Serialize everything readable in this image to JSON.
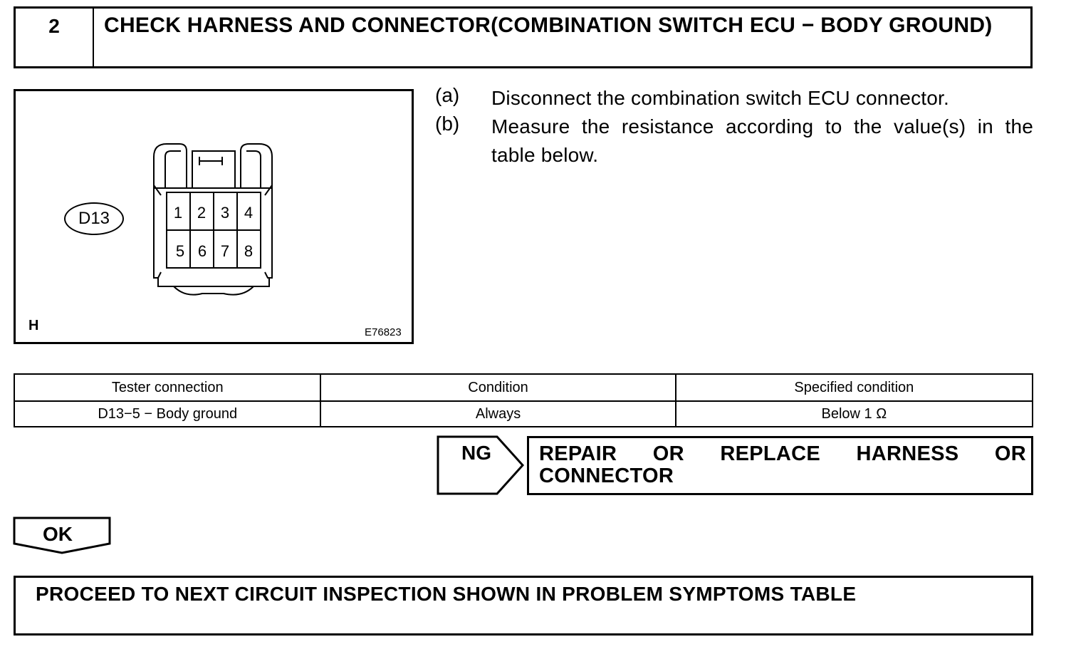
{
  "step": {
    "number": "2",
    "title": "CHECK HARNESS AND CONNECTOR(COMBINATION SWITCH ECU − BODY GROUND)"
  },
  "illustration": {
    "connector_label": "D13",
    "pins": [
      "1",
      "2",
      "3",
      "4",
      "5",
      "6",
      "7",
      "8"
    ],
    "corner_mark": "H",
    "figure_id": "E76823"
  },
  "instructions": [
    {
      "letter": "(a)",
      "text": "Disconnect the combination switch ECU connector."
    },
    {
      "letter": "(b)",
      "text": "Measure the resistance according to the value(s) in the table below."
    }
  ],
  "table": {
    "headers": [
      "Tester connection",
      "Condition",
      "Specified condition"
    ],
    "rows": [
      [
        "D13−5 − Body ground",
        "Always",
        "Below 1 Ω"
      ]
    ]
  },
  "ng": {
    "label": "NG",
    "result": "REPAIR OR REPLACE HARNESS OR CONNECTOR"
  },
  "ok": {
    "label": "OK",
    "result": "PROCEED TO NEXT CIRCUIT INSPECTION SHOWN IN PROBLEM SYMPTOMS TABLE"
  }
}
